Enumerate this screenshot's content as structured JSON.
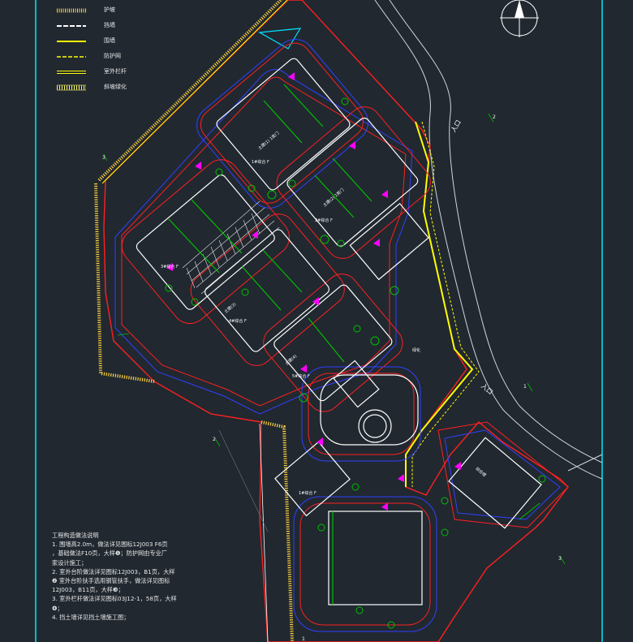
{
  "legend": [
    {
      "label": "护坡",
      "icon": "hatch-line-icon",
      "color": "#ffd23f"
    },
    {
      "label": "挡墙",
      "icon": "dash-line-icon",
      "color": "#ffffff"
    },
    {
      "label": "围墙",
      "icon": "solid-line-icon",
      "color": "#ffff00"
    },
    {
      "label": "防护网",
      "icon": "dash-line-icon",
      "color": "#ffff00"
    },
    {
      "label": "室外栏杆",
      "icon": "double-line-icon",
      "color": "#ffff00"
    },
    {
      "label": "斜坡绿化",
      "icon": "hatch-band-icon",
      "color": "#ffff66"
    }
  ],
  "entrances": {
    "north": "人口",
    "east": "入口"
  },
  "section_marks": [
    "3",
    "2",
    "2",
    "1",
    "3",
    "1"
  ],
  "colors": {
    "background": "#212830",
    "frame": "#00e5ff",
    "road": "#ff2020",
    "building": "#ffffff",
    "wall": "#ffff00",
    "green": "#00c000",
    "magenta": "#ff00ff",
    "blue": "#3040ff"
  },
  "notes": {
    "title": "工程构造做法说明",
    "lines": [
      "1. 围墙高2.0m，做法详见图标12J003  F6页",
      "，基础做法F10页，大样❶；防护网由专业厂",
      "家设计施工；",
      "2. 室外台阶做法详见图标12J003，B1页，大样",
      "❷ 室外台阶扶手选用钢管扶手，做法详见图标",
      "12J003，B11页，大样❸；",
      "3. 室外栏杆做法详见图标03J12-1，58页，大样",
      "❹；",
      "4. 挡土墙详见挡土墙施工图；"
    ]
  },
  "block_labels": [
    "土建(1) 1类门",
    "土建(2) 1类门",
    "1#综合 F",
    "2#综合 F",
    "3#综合 F",
    "4#综合 F",
    "5#综合 F",
    "土建(3)",
    "土建(4)",
    "1#综合 F",
    "综合楼",
    "绿化"
  ]
}
